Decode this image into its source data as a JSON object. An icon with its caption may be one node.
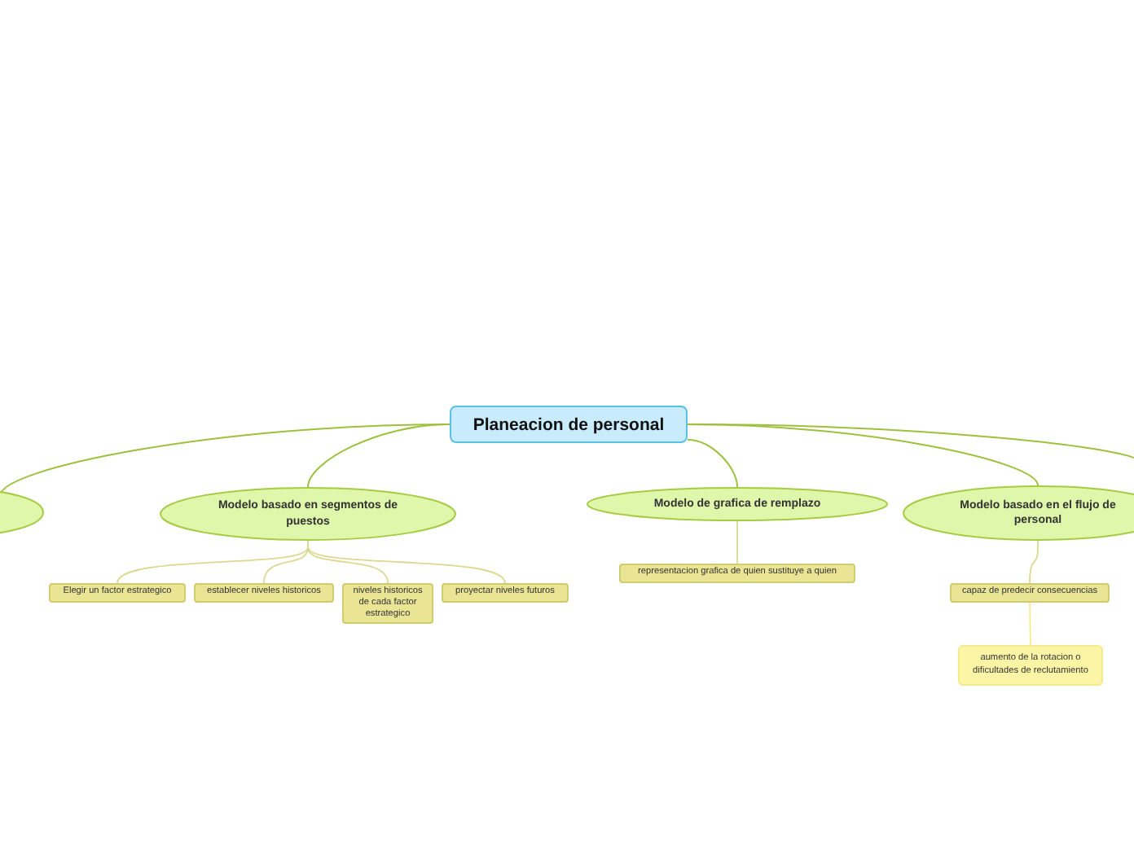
{
  "diagram": {
    "nodes": [
      {
        "text": [
          "Planeacion de personal"
        ]
      },
      {
        "text": [],
        "shape": "ellipse"
      },
      {
        "text": [
          "Modelo basado en segmentos de puestos"
        ]
      },
      {
        "text": [
          "Modelo de grafica de remplazo"
        ]
      },
      {
        "text": [
          "Modelo basado en el flujo de personal"
        ]
      },
      {
        "text": [
          "Elegir un factor estrategico"
        ]
      },
      {
        "text": [
          "establecer niveles historicos"
        ]
      },
      {
        "text": [
          "niveles historicos de cada factor estrategico"
        ]
      },
      {
        "text": [
          "proyectar niveles futuros"
        ]
      },
      {
        "text": [
          "representacion grafica de quien sustituye a quien"
        ]
      },
      {
        "text": [
          "capaz de predecir consecuencias"
        ]
      },
      {
        "text": [
          "aumento de la rotacion o dificultades de reclutamiento"
        ]
      }
    ],
    "edges": [
      {
        "from": 0,
        "to": 1,
        "arrow": "none"
      },
      {
        "from": 0,
        "to": 2,
        "arrow": "none"
      },
      {
        "from": 0,
        "to": 3,
        "arrow": "none"
      },
      {
        "from": 0,
        "to": 4,
        "arrow": "none"
      },
      {
        "from": 0,
        "to": null,
        "arrow": "none"
      },
      {
        "from": 2,
        "to": 5,
        "arrow": "none",
        "color": "#dcd890"
      },
      {
        "from": 2,
        "to": 6,
        "arrow": "none",
        "color": "#dcd890"
      },
      {
        "from": 2,
        "to": 7,
        "arrow": "none",
        "color": "#dcd890"
      },
      {
        "from": 2,
        "to": 8,
        "arrow": "none",
        "color": "#dcd890"
      },
      {
        "from": 3,
        "to": 9,
        "arrow": "none",
        "color": "#dcd890"
      },
      {
        "from": 4,
        "to": 10,
        "arrow": "none",
        "color": "#dcd890"
      },
      {
        "from": 10,
        "to": 11,
        "arrow": "none",
        "color": "#f3ec8c"
      }
    ]
  }
}
